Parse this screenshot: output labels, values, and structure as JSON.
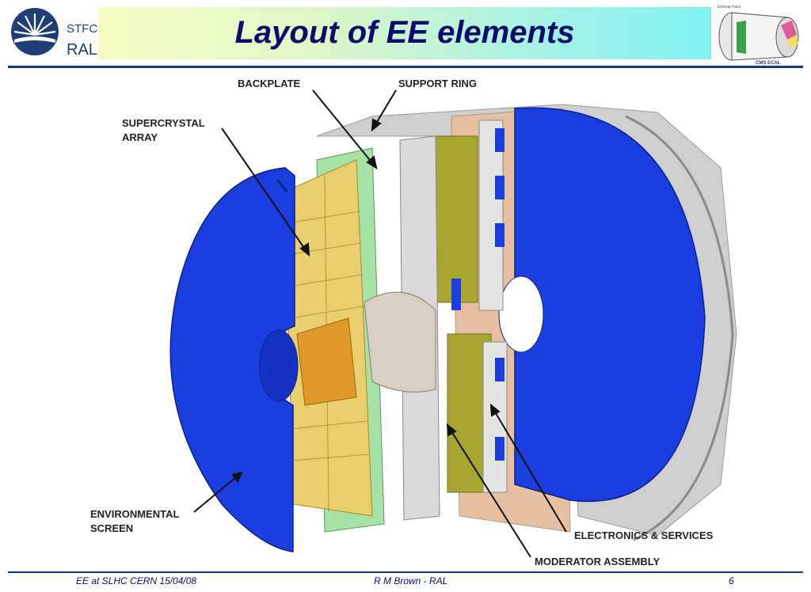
{
  "header": {
    "logo_stfc": "STFC",
    "logo_ral": "RAL",
    "title": "Layout of EE elements",
    "thumbnail_caption": "CMS ECAL",
    "thumbnail_top_text": "Endcap Face"
  },
  "diagram": {
    "labels": {
      "backplate": "BACKPLATE",
      "support_ring": "SUPPORT RING",
      "supercrystal_1": "SUPERCRYSTAL",
      "supercrystal_2": "ARRAY",
      "environmental_1": "ENVIRONMENTAL",
      "environmental_2": "SCREEN",
      "electronics": "ELECTRONICS & SERVICES",
      "moderator": "MODERATOR ASSEMBLY"
    },
    "colors": {
      "screen_blue": "#1a3ee0",
      "crystal_yellow": "#e9cf6e",
      "backplate_green": "#a7e3a6",
      "moderator_olive": "#a8a630",
      "support_grey": "#cfcfcf",
      "tan": "#e7c0a2"
    }
  },
  "footer": {
    "left": "EE at SLHC CERN 15/04/08",
    "center": "R M Brown - RAL",
    "page": "6"
  }
}
